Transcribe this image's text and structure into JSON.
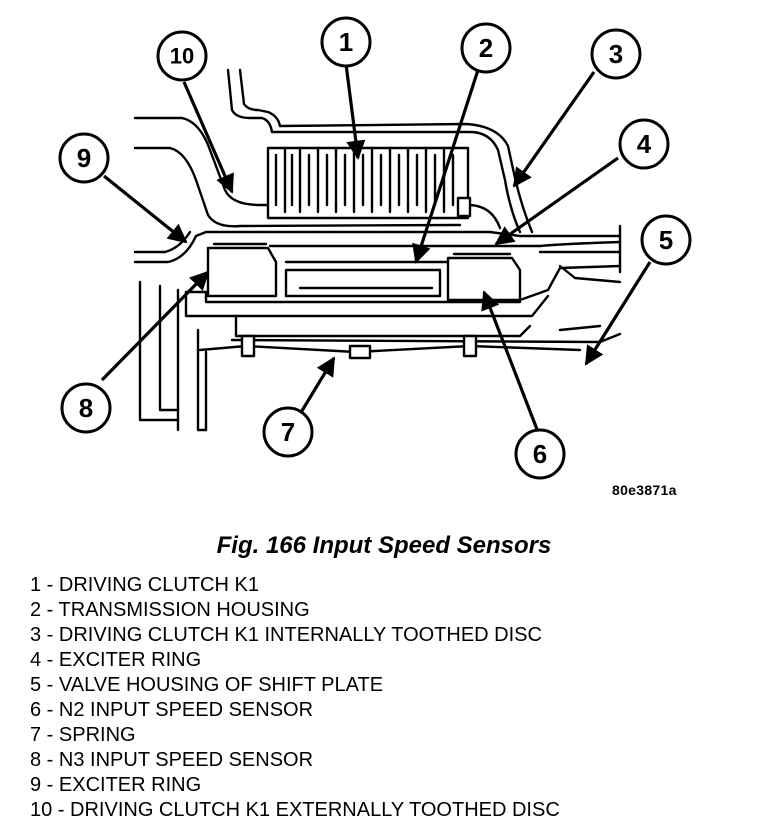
{
  "figure": {
    "image_code": "80e3871a",
    "callouts": [
      "1",
      "2",
      "3",
      "4",
      "5",
      "6",
      "7",
      "8",
      "9",
      "10"
    ]
  },
  "caption": "Fig. 166 Input Speed Sensors",
  "legend": [
    {
      "number": "1",
      "text": "DRIVING CLUTCH K1"
    },
    {
      "number": "2",
      "text": "TRANSMISSION HOUSING"
    },
    {
      "number": "3",
      "text": "DRIVING CLUTCH K1 INTERNALLY TOOTHED DISC"
    },
    {
      "number": "4",
      "text": "EXCITER RING"
    },
    {
      "number": "5",
      "text": "VALVE HOUSING OF SHIFT PLATE"
    },
    {
      "number": "6",
      "text": "N2 INPUT SPEED SENSOR"
    },
    {
      "number": "7",
      "text": "SPRING"
    },
    {
      "number": "8",
      "text": "N3 INPUT SPEED SENSOR"
    },
    {
      "number": "9",
      "text": "EXCITER RING"
    },
    {
      "number": "10",
      "text": "DRIVING CLUTCH K1 EXTERNALLY TOOTHED DISC"
    }
  ]
}
